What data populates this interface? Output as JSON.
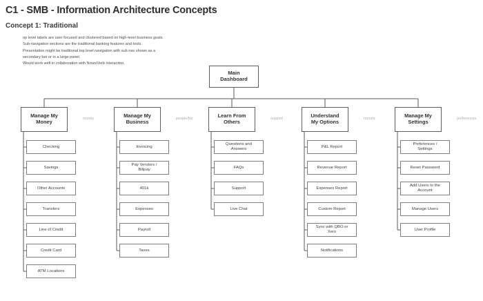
{
  "header": {
    "doc_title": "C1 - SMB - Information Architecture Concepts",
    "concept_title": "Concept 1: Traditional",
    "notes": [
      "op level labels are user focused and clustered based on high-level business goals.",
      "Sub-navigation sections are the traditional banking features and tools.",
      "Presentation  might be traditional top level navigation with sub nav shown as a",
      "secondary bar or in a large panel.",
      "Would work well in collaboration with Noun/Verb interaction."
    ]
  },
  "diagram": {
    "root": {
      "label": "Main\nDashboard",
      "line1": "Main",
      "line2": "Dashboard"
    },
    "colors": {
      "node_border": "#5c5c5c",
      "leaf_border": "#7d7d7d",
      "connector": "#5a5a5a",
      "annotation": "#adadad",
      "text": "#2f2f2f",
      "background": "#ffffff"
    },
    "columns": [
      {
        "title_line1": "Manage My",
        "title_line2": "Money",
        "annotation": "money",
        "children": [
          {
            "line1": "Checking",
            "line2": ""
          },
          {
            "line1": "Savings",
            "line2": ""
          },
          {
            "line1": "Other Accounts",
            "line2": ""
          },
          {
            "line1": "Transfers",
            "line2": ""
          },
          {
            "line1": "Line of Credit",
            "line2": ""
          },
          {
            "line1": "Credit Card",
            "line2": ""
          },
          {
            "line1": "ATM Locations",
            "line2": ""
          }
        ]
      },
      {
        "title_line1": "Manage My",
        "title_line2": "Business",
        "annotation": "people/biz",
        "children": [
          {
            "line1": "Invoicing",
            "line2": ""
          },
          {
            "line1": "Pay Vendors /",
            "line2": "Billpay"
          },
          {
            "line1": "401k",
            "line2": ""
          },
          {
            "line1": "Expenses",
            "line2": ""
          },
          {
            "line1": "Payroll",
            "line2": ""
          },
          {
            "line1": "Taxes",
            "line2": ""
          }
        ]
      },
      {
        "title_line1": "Learn From",
        "title_line2": "Others",
        "annotation": "support",
        "children": [
          {
            "line1": "Questions and",
            "line2": "Answers"
          },
          {
            "line1": "FAQs",
            "line2": ""
          },
          {
            "line1": "Support",
            "line2": ""
          },
          {
            "line1": "Live Chat",
            "line2": ""
          }
        ]
      },
      {
        "title_line1": "Understand",
        "title_line2": "My Options",
        "annotation": "reports",
        "children": [
          {
            "line1": "P&L Report",
            "line2": ""
          },
          {
            "line1": "Revenue Report",
            "line2": ""
          },
          {
            "line1": "Expenses Report",
            "line2": ""
          },
          {
            "line1": "Custom Report",
            "line2": ""
          },
          {
            "line1": "Sync with QBO or",
            "line2": "Xero"
          },
          {
            "line1": "Notifications",
            "line2": ""
          }
        ]
      },
      {
        "title_line1": "Manage My",
        "title_line2": "Settings",
        "annotation": "preferences",
        "children": [
          {
            "line1": "Preferences /",
            "line2": "Settings"
          },
          {
            "line1": "Reset Password",
            "line2": ""
          },
          {
            "line1": "Add Users to the",
            "line2": "Account"
          },
          {
            "line1": "Manage Users",
            "line2": ""
          },
          {
            "line1": "User Profile",
            "line2": ""
          }
        ]
      }
    ]
  }
}
